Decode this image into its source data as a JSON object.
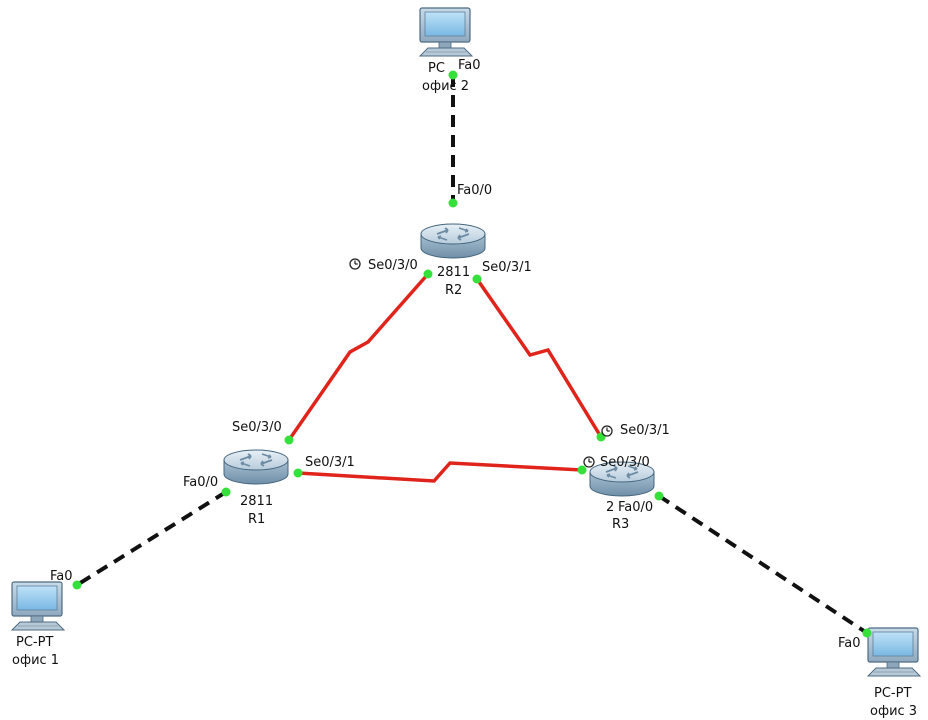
{
  "diagram": {
    "colors": {
      "serial": "#e0241b",
      "ethernet": "#111111",
      "port": "#35e03a",
      "background": "#ffffff"
    },
    "devices": {
      "pc2": {
        "name": "PC",
        "label": "офис 2",
        "icon": "pc-icon"
      },
      "r2": {
        "model": "2811",
        "name": "R2",
        "icon": "router-icon"
      },
      "r1": {
        "model": "2811",
        "name": "R1",
        "icon": "router-icon"
      },
      "r3": {
        "model": "2",
        "name": "R3",
        "icon": "router-icon"
      },
      "pc1": {
        "name": "PC-PT",
        "label": "офис 1",
        "icon": "pc-icon"
      },
      "pc3": {
        "name": "PC-PT",
        "label": "офис 3",
        "icon": "pc-icon"
      }
    },
    "ports": {
      "pc2_fa0": "Fa0",
      "r2_fa00": "Fa0/0",
      "r2_se030": "Se0/3/0",
      "r2_se031": "Se0/3/1",
      "r1_se030": "Se0/3/0",
      "r1_se031": "Se0/3/1",
      "r1_fa00": "Fa0/0",
      "r3_se031": "Se0/3/1",
      "r3_se030": "Se0/3/0",
      "r3_fa00": "Fa0/0",
      "pc1_fa0": "Fa0",
      "pc3_fa0": "Fa0"
    },
    "links": [
      {
        "from": "PC офис 2 Fa0",
        "to": "R2 Fa0/0",
        "type": "ethernet"
      },
      {
        "from": "R2 Se0/3/0",
        "to": "R1 Se0/3/0",
        "type": "serial"
      },
      {
        "from": "R2 Se0/3/1",
        "to": "R3 Se0/3/1",
        "type": "serial"
      },
      {
        "from": "R1 Se0/3/1",
        "to": "R3 Se0/3/0",
        "type": "serial"
      },
      {
        "from": "R1 Fa0/0",
        "to": "PC-PT офис 1 Fa0",
        "type": "ethernet"
      },
      {
        "from": "R3 Fa0/0",
        "to": "PC-PT офис 3 Fa0",
        "type": "ethernet"
      }
    ]
  }
}
